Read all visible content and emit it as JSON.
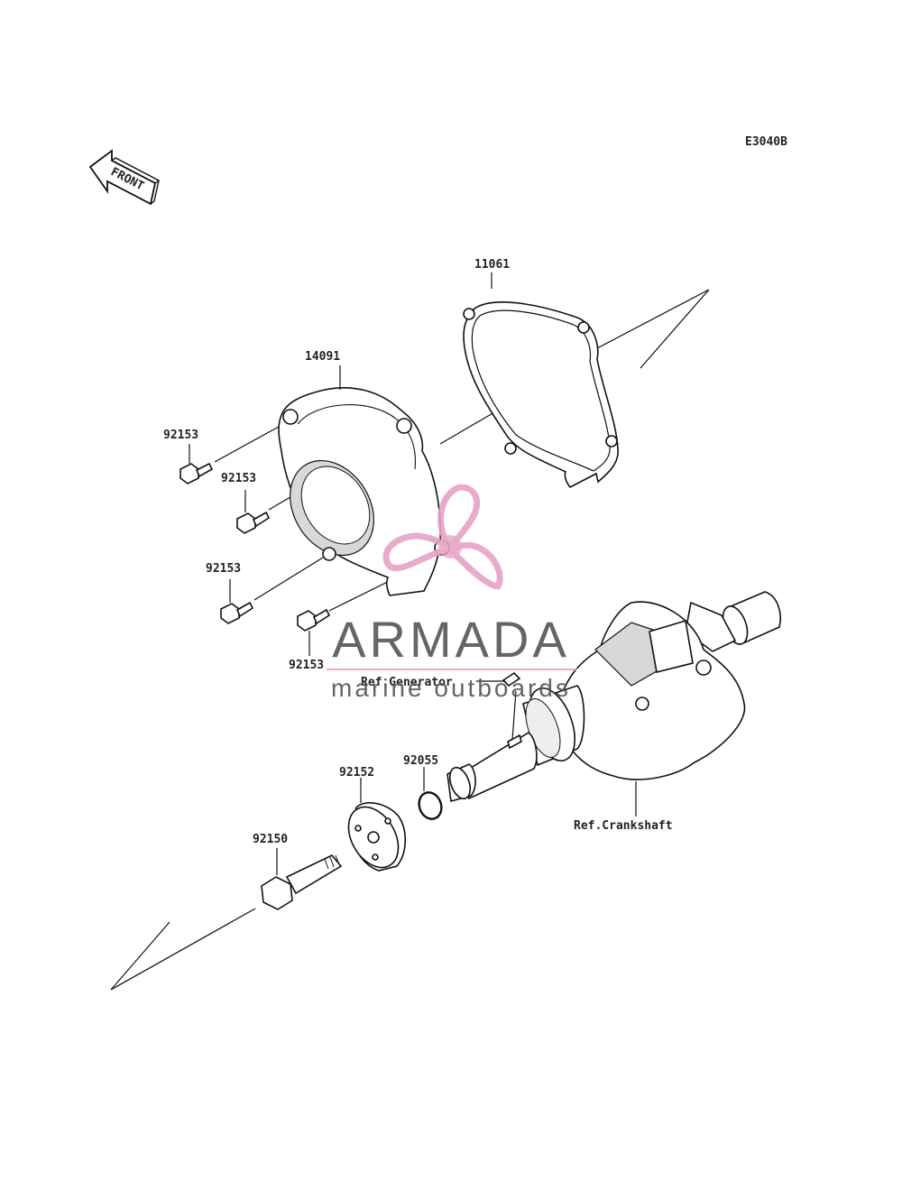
{
  "diagram_code": "E3040B",
  "front_label": "FRONT",
  "callouts": {
    "gasket": "11061",
    "cover": "14091",
    "bolt_1": "92153",
    "bolt_2": "92153",
    "bolt_3": "92153",
    "bolt_4": "92153",
    "washer": "92152",
    "o_ring": "92055",
    "main_bolt": "92150"
  },
  "references": {
    "generator": "Ref.Generator",
    "crankshaft": "Ref.Crankshaft"
  },
  "watermark": {
    "brand": "ARMADA",
    "tagline": "marine outboards",
    "colors": {
      "brand_text": "#555555",
      "logo": "#e6a3c6"
    }
  }
}
